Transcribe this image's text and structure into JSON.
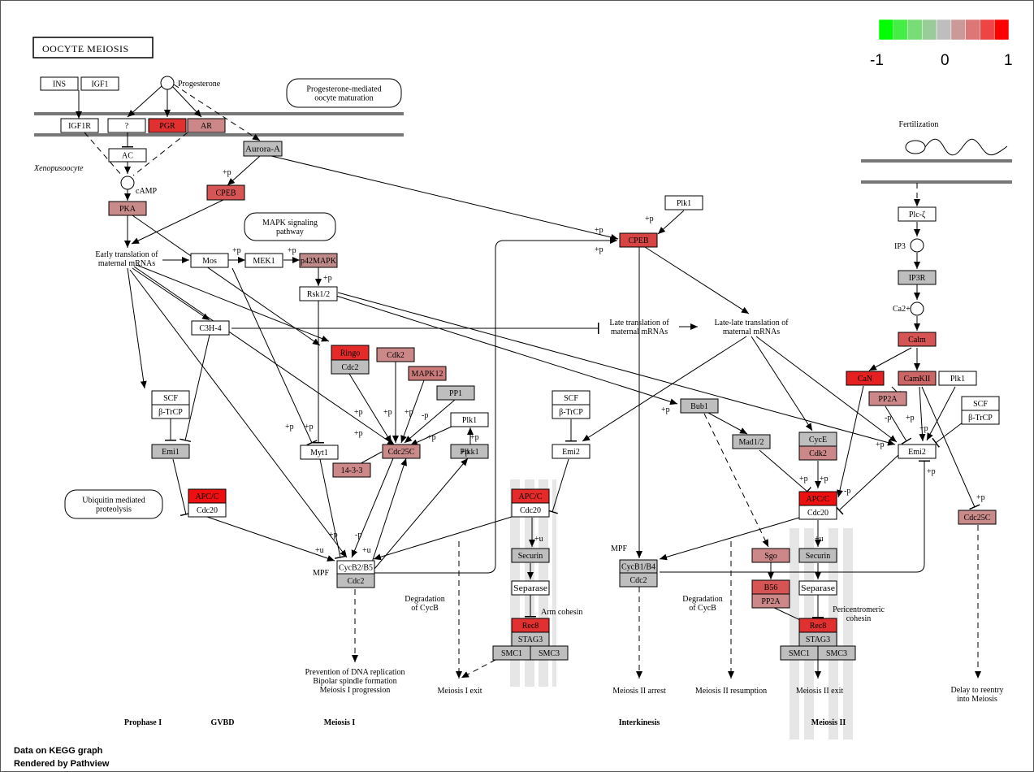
{
  "title": "OOCYTE MEIOSIS",
  "legend": {
    "min": "-1",
    "mid": "0",
    "max": "1",
    "colors": [
      "#00ff00",
      "#44ee44",
      "#77dd77",
      "#99cc99",
      "#bebebe",
      "#cc9999",
      "#dd7777",
      "#ee4444",
      "#ff0000"
    ]
  },
  "footer": {
    "line1": "Data on KEGG graph",
    "line2": "Rendered by Pathview"
  },
  "genes": [
    {
      "id": "ins",
      "label": "INS",
      "fill": "#ffffff"
    },
    {
      "id": "igf1",
      "label": "IGF1",
      "fill": "#ffffff"
    },
    {
      "id": "igf1r",
      "label": "IGF1R",
      "fill": "#ffffff"
    },
    {
      "id": "q",
      "label": "?",
      "fill": "#ffffff"
    },
    {
      "id": "pgr",
      "label": "PGR",
      "fill": "#e03030"
    },
    {
      "id": "ar",
      "label": "AR",
      "fill": "#cc8888"
    },
    {
      "id": "ac",
      "label": "AC",
      "fill": "#ffffff"
    },
    {
      "id": "aurora",
      "label": "Aurora-A",
      "fill": "#bebebe"
    },
    {
      "id": "cpeb1",
      "label": "CPEB",
      "fill": "#d65454"
    },
    {
      "id": "pka",
      "label": "PKA",
      "fill": "#c98a8a"
    },
    {
      "id": "mos",
      "label": "Mos",
      "fill": "#ffffff"
    },
    {
      "id": "mek1",
      "label": "MEK1",
      "fill": "#ffffff"
    },
    {
      "id": "p42",
      "label": "p42MAPK",
      "fill": "#bf8a8a"
    },
    {
      "id": "rsk",
      "label": "Rsk1/2",
      "fill": "#ffffff"
    },
    {
      "id": "c3h4",
      "label": "C3H-4",
      "fill": "#ffffff"
    },
    {
      "id": "ringo",
      "label": "Ringo",
      "fill": "#e52a2a"
    },
    {
      "id": "cdc2a",
      "label": "Cdc2",
      "fill": "#bebebe"
    },
    {
      "id": "cdk2a",
      "label": "Cdk2",
      "fill": "#cc8888"
    },
    {
      "id": "mapk12",
      "label": "MAPK12",
      "fill": "#cc7b7b"
    },
    {
      "id": "pp1",
      "label": "PP1",
      "fill": "#bebebe"
    },
    {
      "id": "plk1a",
      "label": "Plk1",
      "fill": "#ffffff"
    },
    {
      "id": "plkk1",
      "label": "Plkk1",
      "fill": "#bebebe"
    },
    {
      "id": "cdc25c1",
      "label": "Cdc25C",
      "fill": "#c98a8a"
    },
    {
      "id": "p1433",
      "label": "14-3-3",
      "fill": "#cc8888"
    },
    {
      "id": "myt1",
      "label": "Myt1",
      "fill": "#ffffff"
    },
    {
      "id": "scf1",
      "label": "SCF",
      "fill": "#ffffff"
    },
    {
      "id": "btrcp1",
      "label": "β-TrCP",
      "fill": "#ffffff"
    },
    {
      "id": "emi1",
      "label": "Emi1",
      "fill": "#bebebe"
    },
    {
      "id": "apc1",
      "label": "APC/C",
      "fill": "#ee1010"
    },
    {
      "id": "cdc20a",
      "label": "Cdc20",
      "fill": "#ffffff"
    },
    {
      "id": "cycb25",
      "label": "CycB2/B5",
      "fill": "#ffffff"
    },
    {
      "id": "cdc2b",
      "label": "Cdc2",
      "fill": "#bebebe"
    },
    {
      "id": "scf2",
      "label": "SCF",
      "fill": "#ffffff"
    },
    {
      "id": "btrcp2",
      "label": "β-TrCP",
      "fill": "#ffffff"
    },
    {
      "id": "emi2a",
      "label": "Emi2",
      "fill": "#ffffff"
    },
    {
      "id": "apc2",
      "label": "APC/C",
      "fill": "#e52a2a"
    },
    {
      "id": "cdc20b",
      "label": "Cdc20",
      "fill": "#ffffff"
    },
    {
      "id": "securin1",
      "label": "Securin",
      "fill": "#bebebe"
    },
    {
      "id": "separase1",
      "label": "Separase",
      "fill": "#ffffff"
    },
    {
      "id": "rec8a",
      "label": "Rec8",
      "fill": "#e03030"
    },
    {
      "id": "stag3a",
      "label": "STAG3",
      "fill": "#bebebe"
    },
    {
      "id": "smc1a",
      "label": "SMC1",
      "fill": "#bebebe"
    },
    {
      "id": "smc3a",
      "label": "SMC3",
      "fill": "#bebebe"
    },
    {
      "id": "plk1b",
      "label": "Plk1",
      "fill": "#ffffff"
    },
    {
      "id": "cpeb2",
      "label": "CPEB",
      "fill": "#d64444"
    },
    {
      "id": "cycb14",
      "label": "CycB1/B4",
      "fill": "#bebebe"
    },
    {
      "id": "cdc2c",
      "label": "Cdc2",
      "fill": "#bebebe"
    },
    {
      "id": "bub1",
      "label": "Bub1",
      "fill": "#bebebe"
    },
    {
      "id": "mad12",
      "label": "Mad1/2",
      "fill": "#bebebe"
    },
    {
      "id": "cyce",
      "label": "CycE",
      "fill": "#bebebe"
    },
    {
      "id": "cdk2b",
      "label": "Cdk2",
      "fill": "#cc8888"
    },
    {
      "id": "apc3",
      "label": "APC/C",
      "fill": "#ee1010"
    },
    {
      "id": "cdc20c",
      "label": "Cdc20",
      "fill": "#ffffff"
    },
    {
      "id": "sgo",
      "label": "Sgo",
      "fill": "#cc8888"
    },
    {
      "id": "b56",
      "label": "B56",
      "fill": "#d65454"
    },
    {
      "id": "pp2aa",
      "label": "PP2A",
      "fill": "#cc8888"
    },
    {
      "id": "securin2",
      "label": "Securin",
      "fill": "#bebebe"
    },
    {
      "id": "separase2",
      "label": "Separase",
      "fill": "#ffffff"
    },
    {
      "id": "rec8b",
      "label": "Rec8",
      "fill": "#e03030"
    },
    {
      "id": "stag3b",
      "label": "STAG3",
      "fill": "#bebebe"
    },
    {
      "id": "smc1b",
      "label": "SMC1",
      "fill": "#bebebe"
    },
    {
      "id": "smc3b",
      "label": "SMC3",
      "fill": "#bebebe"
    },
    {
      "id": "plc",
      "label": "Plc-ζ",
      "fill": "#ffffff"
    },
    {
      "id": "ip3r",
      "label": "IP3R",
      "fill": "#bebebe"
    },
    {
      "id": "calm",
      "label": "Calm",
      "fill": "#d65454"
    },
    {
      "id": "can",
      "label": "CaN",
      "fill": "#e52020"
    },
    {
      "id": "camkii",
      "label": "CamKII",
      "fill": "#cc6666"
    },
    {
      "id": "plk1c",
      "label": "Plk1",
      "fill": "#ffffff"
    },
    {
      "id": "pp2ab",
      "label": "PP2A",
      "fill": "#cc8888"
    },
    {
      "id": "scf3",
      "label": "SCF",
      "fill": "#ffffff"
    },
    {
      "id": "btrcp3",
      "label": "β-TrCP",
      "fill": "#ffffff"
    },
    {
      "id": "emi2b",
      "label": "Emi2",
      "fill": "#ffffff"
    },
    {
      "id": "cdc25c2",
      "label": "Cdc25C",
      "fill": "#c98a8a"
    }
  ],
  "pathways": [
    {
      "id": "progmed",
      "lines": [
        "Progesterone-mediated",
        "oocyte maturation"
      ]
    },
    {
      "id": "mapksig",
      "lines": [
        "MAPK signaling",
        "pathway"
      ]
    },
    {
      "id": "ubiq",
      "lines": [
        "Ubiquitin mediated",
        "proteolysis"
      ]
    }
  ],
  "labels": [
    {
      "id": "progesterone",
      "lines": [
        "Progesterone"
      ]
    },
    {
      "id": "camp",
      "lines": [
        "cAMP"
      ]
    },
    {
      "id": "xenopus",
      "lines": [
        "Xenopusoocyte"
      ]
    },
    {
      "id": "early",
      "lines": [
        "Early translation of",
        "maternal mRNAs"
      ]
    },
    {
      "id": "late",
      "lines": [
        "Late translation of",
        "maternal mRNAs"
      ]
    },
    {
      "id": "latelate",
      "lines": [
        "Late-late translation of",
        "maternal mRNAs"
      ]
    },
    {
      "id": "fert",
      "lines": [
        "Fertilization"
      ]
    },
    {
      "id": "ip3",
      "lines": [
        "IP3"
      ]
    },
    {
      "id": "ca",
      "lines": [
        "Ca2+"
      ]
    },
    {
      "id": "mpf1",
      "lines": [
        "MPF"
      ]
    },
    {
      "id": "mpf2",
      "lines": [
        "MPF"
      ]
    },
    {
      "id": "deg1",
      "lines": [
        "Degradation",
        "of CycB"
      ]
    },
    {
      "id": "deg2",
      "lines": [
        "Degradation",
        "of CycB"
      ]
    },
    {
      "id": "armco",
      "lines": [
        "Arm cohesin"
      ]
    },
    {
      "id": "perico",
      "lines": [
        "Pericentromeric",
        "cohesin"
      ]
    },
    {
      "id": "prev",
      "lines": [
        "Prevention of DNA replication",
        "Bipolar spindle formation",
        "Meiosis I progression"
      ]
    },
    {
      "id": "mexit1",
      "lines": [
        "Meiosis I exit"
      ]
    },
    {
      "id": "m2arrest",
      "lines": [
        "Meiosis II arrest"
      ]
    },
    {
      "id": "m2resume",
      "lines": [
        "Meiosis II resumption"
      ]
    },
    {
      "id": "m2exit",
      "lines": [
        "Meiosis II exit"
      ]
    },
    {
      "id": "delay",
      "lines": [
        "Delay to reentry",
        "into Meiosis"
      ]
    }
  ],
  "phases": [
    "Prophase I",
    "GVBD",
    "Meiosis I",
    "Interkinesis",
    "Meiosis II"
  ],
  "edge_labels": [
    "+p",
    "-p",
    "+u"
  ]
}
